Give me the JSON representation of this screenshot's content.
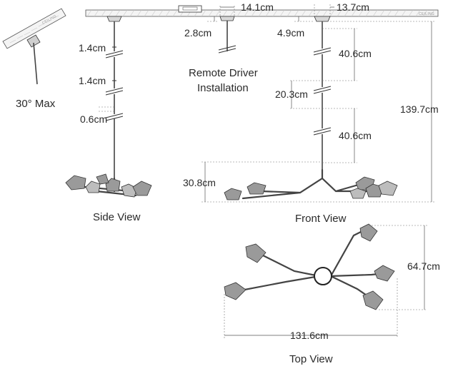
{
  "ceiling_label": "CEILING",
  "dimensions": {
    "canopy_width": "14.1cm",
    "canopy_width_front": "13.7cm",
    "driver_depth": "2.8cm",
    "canopy_depth": "4.9cm",
    "side_gap_1": "1.4cm",
    "side_gap_2": "1.4cm",
    "side_gap_3": "0.6cm",
    "rod_1": "40.6cm",
    "rod_gap": "20.3cm",
    "rod_2": "40.6cm",
    "overall_height": "139.7cm",
    "fixture_height": "30.8cm",
    "top_depth": "64.7cm",
    "top_width": "131.6cm"
  },
  "captions": {
    "slope": "30° Max",
    "remote_line1": "Remote Driver",
    "remote_line2": "Installation",
    "side_view": "Side View",
    "front_view": "Front View",
    "top_view": "Top View"
  },
  "colors": {
    "line": "#333333",
    "shade": "#9a9a9a",
    "background": "#ffffff"
  }
}
